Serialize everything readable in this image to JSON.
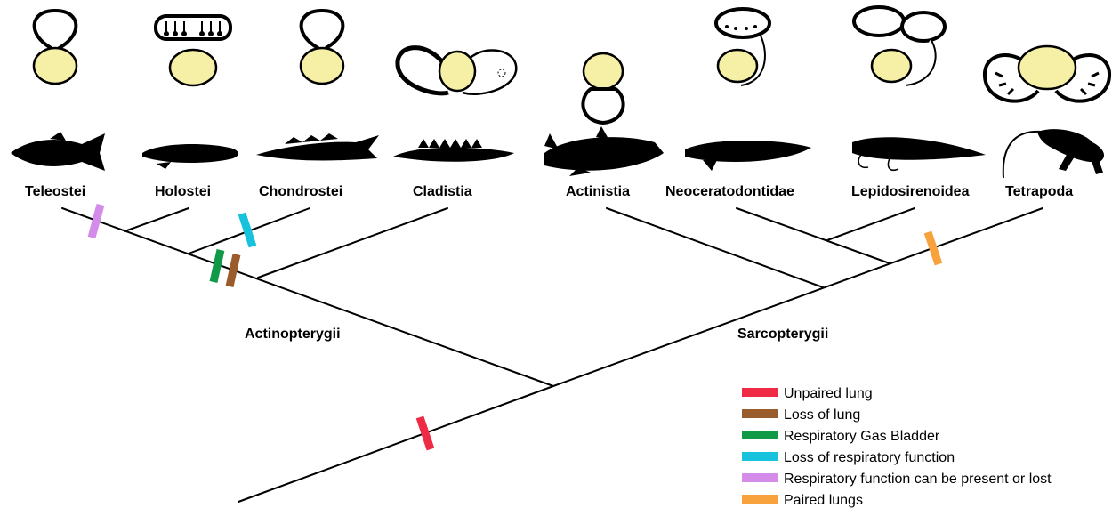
{
  "taxa": {
    "teleostei": "Teleostei",
    "holostei": "Holostei",
    "chondrostei": "Chondrostei",
    "cladistia": "Cladistia",
    "actinistia": "Actinistia",
    "neoceratodontidae": "Neoceratodontidae",
    "lepidosirenoidea": "Lepidosirenoidea",
    "tetrapoda": "Tetrapoda"
  },
  "clades": {
    "actinopterygii": "Actinopterygii",
    "sarcopterygii": "Sarcopterygii"
  },
  "legend": [
    {
      "label": "Unpaired lung",
      "color": "#ef2a45"
    },
    {
      "label": "Loss of lung",
      "color": "#9b5c2b"
    },
    {
      "label": "Respiratory Gas Bladder",
      "color": "#109a47"
    },
    {
      "label": "Loss of respiratory function",
      "color": "#17c3dc"
    },
    {
      "label": "Respiratory function can be present or lost",
      "color": "#d58bea"
    },
    {
      "label": "Paired lungs",
      "color": "#f7a23d"
    }
  ],
  "colors": {
    "lung_fill": "#f6efa6",
    "silhouette": "#000000",
    "branch": "#000000"
  }
}
